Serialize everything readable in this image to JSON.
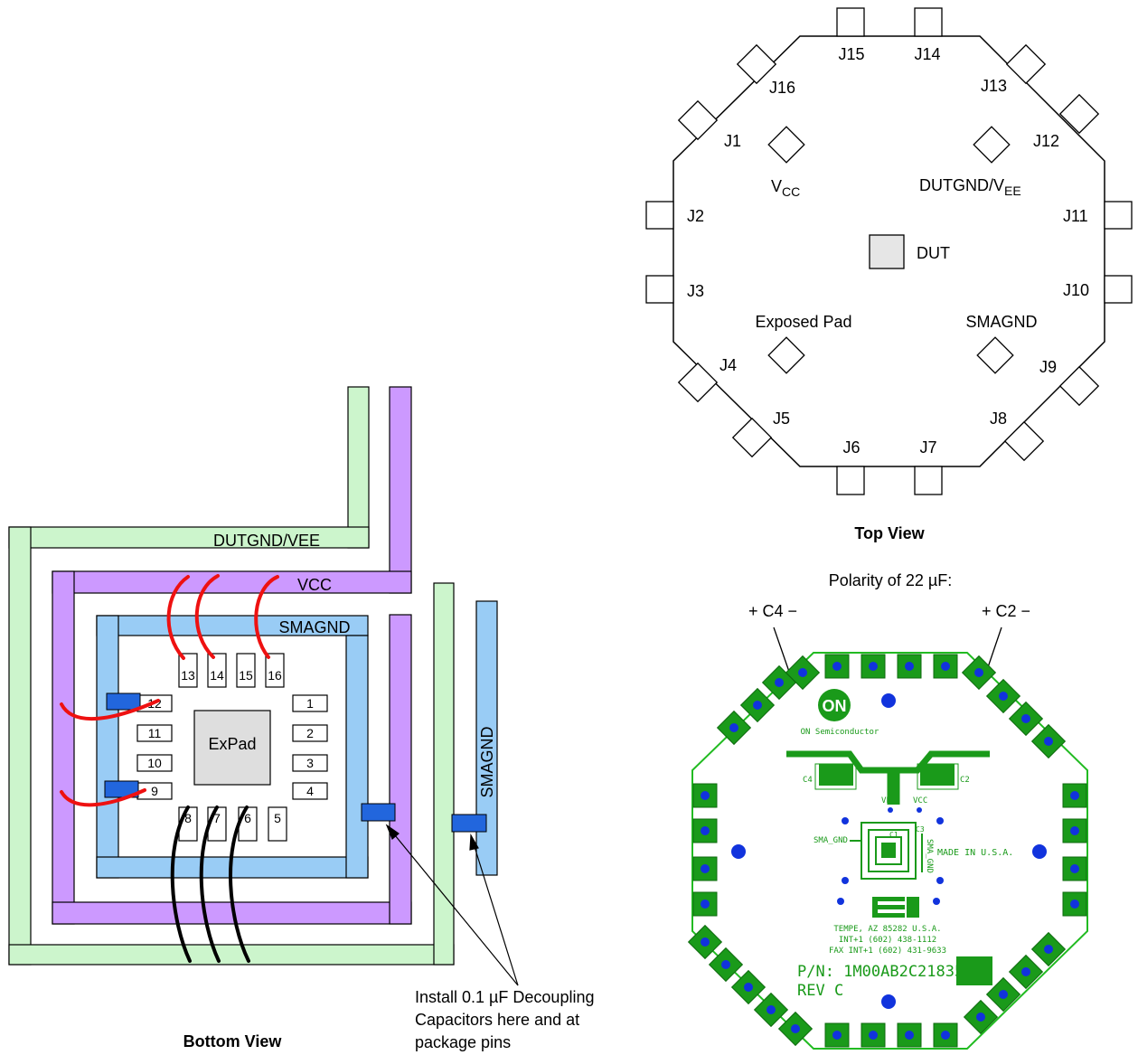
{
  "bottom_view": {
    "rails": {
      "dutgnd_vee": "DUTGND/VEE",
      "vcc": "VCC",
      "smagnd_top": "SMAGND",
      "smagnd_side": "SMAGND"
    },
    "pins": [
      "1",
      "2",
      "3",
      "4",
      "5",
      "6",
      "7",
      "8",
      "9",
      "10",
      "11",
      "12",
      "13",
      "14",
      "15",
      "16"
    ],
    "expad": "ExPad",
    "annotation": [
      "Install 0.1 µF Decoupling",
      "Capacitors here and at",
      "package pins"
    ],
    "caption": "Bottom View"
  },
  "top_view": {
    "connectors": [
      "J1",
      "J2",
      "J3",
      "J4",
      "J5",
      "J6",
      "J7",
      "J8",
      "J9",
      "J10",
      "J11",
      "J12",
      "J13",
      "J14",
      "J15",
      "J16"
    ],
    "vcc": "V",
    "vcc_sub": "CC",
    "dutgnd": "DUTGND/V",
    "dutgnd_sub": "EE",
    "dut": "DUT",
    "exposed_pad": "Exposed Pad",
    "smagnd": "SMAGND",
    "caption": "Top View"
  },
  "polarity": {
    "title": "Polarity of 22 µF:",
    "c4": "+ C4 −",
    "c2": "+ C2 −"
  },
  "pcb": {
    "logo": "ON",
    "company": "ON Semiconductor",
    "c4": "C4",
    "c2": "C2",
    "vee": "VEE",
    "vcc": "VCC",
    "c1": "C1",
    "c3": "C3",
    "sma_gnd": "SMA_GND",
    "sma_gnd_v": "SMA_GND",
    "made_in": "MADE IN U.S.A.",
    "address": "TEMPE, AZ 85282 U.S.A.",
    "int_phone": "INT+1 (602) 438-1112",
    "fax": "FAX INT+1 (602) 431-9633",
    "part_number": "P/N: 1M00AB2C21835",
    "rev": "REV C"
  },
  "colors": {
    "green_rail": "#ccf5cc",
    "purple_rail": "#cc99ff",
    "blue_rail": "#99ccf5",
    "cap_blue": "#2266dd",
    "wire_red": "#ee1111",
    "pcb_green": "#1a9a1a",
    "via_blue": "#1133dd"
  }
}
